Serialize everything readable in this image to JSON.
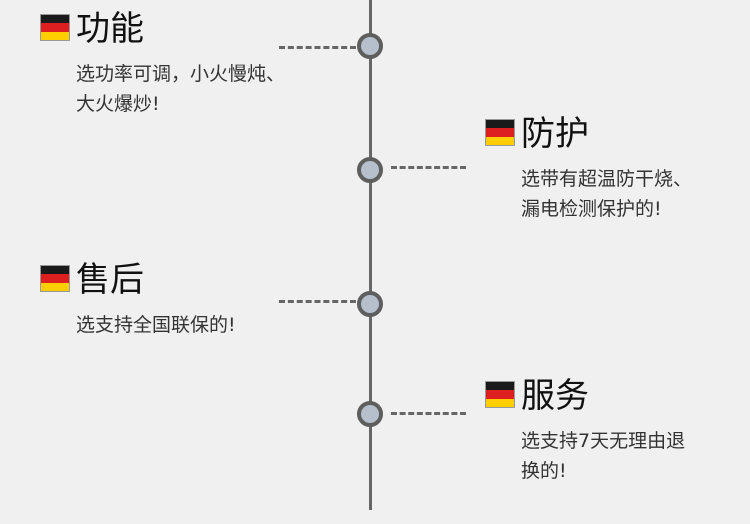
{
  "timeline": {
    "items": [
      {
        "title": "功能",
        "line1": "选功率可调，小火慢炖、",
        "line2": "大火爆炒!"
      },
      {
        "title": "防护",
        "line1": "选带有超温防干烧、",
        "line2": "漏电检测保护的!"
      },
      {
        "title": "售后",
        "line1": "选支持全国联保的!",
        "line2": ""
      },
      {
        "title": "服务",
        "line1": "选支持7天无理由退",
        "line2": "换的!"
      }
    ]
  },
  "colors": {
    "background": "#f0f0f0",
    "axis": "#666666",
    "node_fill": "#b5c0cc",
    "flag_black": "#1a1a1a",
    "flag_red": "#dd1f1f",
    "flag_gold": "#ffce00"
  },
  "icons": {
    "flag": "germany-flag-icon"
  }
}
